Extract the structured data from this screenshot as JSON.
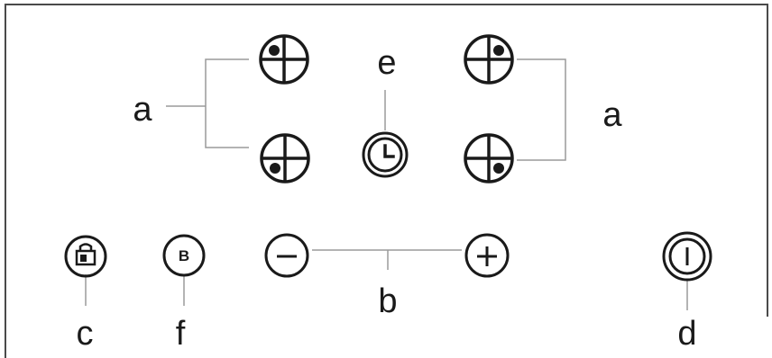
{
  "labels": {
    "a_left": "a",
    "a_right": "a",
    "b": "b",
    "c": "c",
    "d": "d",
    "e": "e",
    "f": "f"
  },
  "buttons": {
    "boost_letter": "B"
  },
  "icons": {
    "zone_front_left": "cooking-zone-front-left-icon",
    "zone_rear_left": "cooking-zone-rear-left-icon",
    "zone_front_right": "cooking-zone-front-right-icon",
    "zone_rear_right": "cooking-zone-rear-right-icon",
    "timer": "timer-clock-icon",
    "lock": "child-lock-icon",
    "boost": "boost-icon",
    "minus": "minus-icon",
    "plus": "plus-icon",
    "power": "power-icon"
  },
  "colors": {
    "ink": "#1a1a1a",
    "frame": "#4a4a4a",
    "leader": "#9a9a9a"
  }
}
